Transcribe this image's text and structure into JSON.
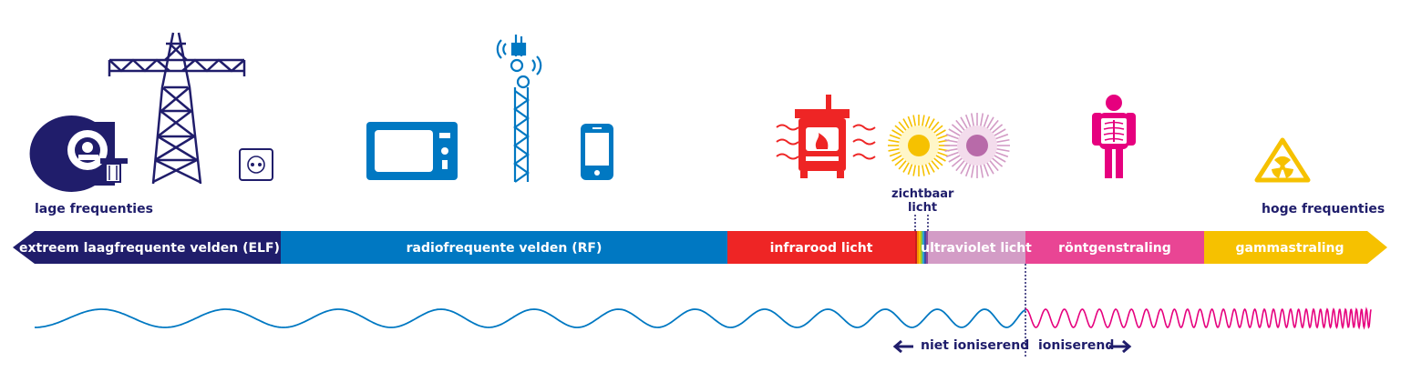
{
  "labels": {
    "low": "lage frequenties",
    "high": "hoge frequenties",
    "visible_line1": "zichtbaar",
    "visible_line2": "licht",
    "non_ionizing": "niet ioniserend",
    "ionizing": "ioniserend"
  },
  "segments": [
    {
      "label": "extreem laagfrequente velden (ELF)",
      "color": "#201d6b"
    },
    {
      "label": "radiofrequente velden (RF)",
      "color": "#0078c2"
    },
    {
      "label": "infrarood licht",
      "color": "#ee2525"
    },
    {
      "label": "ultraviolet licht",
      "color": "#d39cc6"
    },
    {
      "label": "röntgenstraling",
      "color": "#e94594"
    },
    {
      "label": "gammastraling",
      "color": "#f6c100"
    }
  ],
  "icons": [
    "mri-scanner-icon",
    "power-pylon-icon",
    "wall-socket-icon",
    "microwave-icon",
    "cell-tower-icon",
    "smartphone-icon",
    "stove-icon",
    "sun-icon",
    "uv-sun-icon",
    "xray-person-icon",
    "radiation-icon"
  ],
  "colors": {
    "navy": "#201d6b",
    "blue": "#0078c2",
    "red": "#ee2525",
    "yellow": "#f6c100",
    "purple": "#b86aa9",
    "pink": "#e6007e"
  }
}
